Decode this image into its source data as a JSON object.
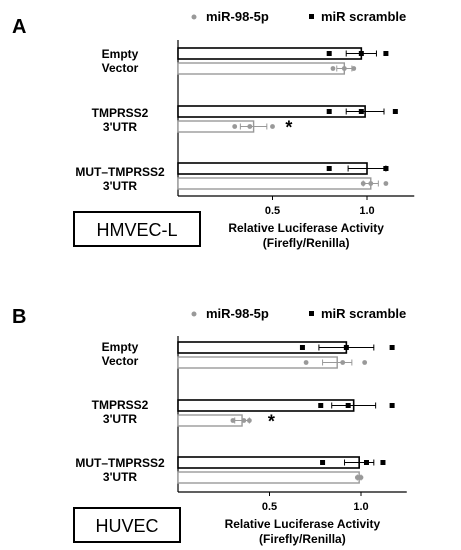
{
  "chart_data": [
    {
      "type": "bar",
      "panel": "A",
      "cell_line": "HMVEC-L",
      "categories": [
        [
          "Empty",
          "Vector"
        ],
        [
          "TMPRSS2",
          "3'UTR"
        ],
        [
          "MUT–TMPRSS2",
          "3'UTR"
        ]
      ],
      "xlabel": [
        "Relative Luciferase Activity",
        "(Firefly/Renilla)"
      ],
      "xticks": [
        0.5,
        1.0
      ],
      "xtick_labels": [
        "0.5",
        "1.0"
      ],
      "xlim": [
        0,
        1.25
      ],
      "significance": [
        "",
        "*",
        ""
      ],
      "series": [
        {
          "name": "miR scramble",
          "marker": "square",
          "color": "#000000",
          "values": [
            0.97,
            0.99,
            1.0
          ],
          "errors": [
            0.08,
            0.1,
            0.1
          ],
          "points": [
            [
              0.8,
              0.97,
              1.1
            ],
            [
              0.8,
              0.97,
              1.15
            ],
            [
              0.8,
              1.1,
              1.1
            ]
          ]
        },
        {
          "name": "miR-98-5p",
          "marker": "circle",
          "color": "#999999",
          "values": [
            0.88,
            0.4,
            1.02
          ],
          "errors": [
            0.04,
            0.07,
            0.04
          ],
          "points": [
            [
              0.82,
              0.88,
              0.93
            ],
            [
              0.3,
              0.38,
              0.5
            ],
            [
              0.98,
              1.02,
              1.1
            ]
          ]
        }
      ]
    },
    {
      "type": "bar",
      "panel": "B",
      "cell_line": "HUVEC",
      "categories": [
        [
          "Empty",
          "Vector"
        ],
        [
          "TMPRSS2",
          "3'UTR"
        ],
        [
          "MUT–TMPRSS2",
          "3'UTR"
        ]
      ],
      "xlabel": [
        "Relative Luciferase Activity",
        "(Firefly/Renilla)"
      ],
      "xticks": [
        0.5,
        1.0
      ],
      "xtick_labels": [
        "0.5",
        "1.0"
      ],
      "xlim": [
        0,
        1.25
      ],
      "significance": [
        "",
        "*",
        ""
      ],
      "series": [
        {
          "name": "miR scramble",
          "marker": "square",
          "color": "#000000",
          "values": [
            0.92,
            0.96,
            0.99
          ],
          "errors": [
            0.15,
            0.12,
            0.08
          ],
          "points": [
            [
              0.68,
              0.92,
              1.17
            ],
            [
              0.78,
              0.93,
              1.17
            ],
            [
              0.79,
              1.03,
              1.12
            ]
          ]
        },
        {
          "name": "miR-98-5p",
          "marker": "circle",
          "color": "#999999",
          "values": [
            0.87,
            0.35,
            0.99
          ],
          "errors": [
            0.08,
            0.04,
            0.01
          ],
          "points": [
            [
              0.7,
              0.9,
              1.02
            ],
            [
              0.3,
              0.36,
              0.39
            ],
            [
              0.98,
              0.99,
              1.0
            ]
          ]
        }
      ]
    }
  ]
}
